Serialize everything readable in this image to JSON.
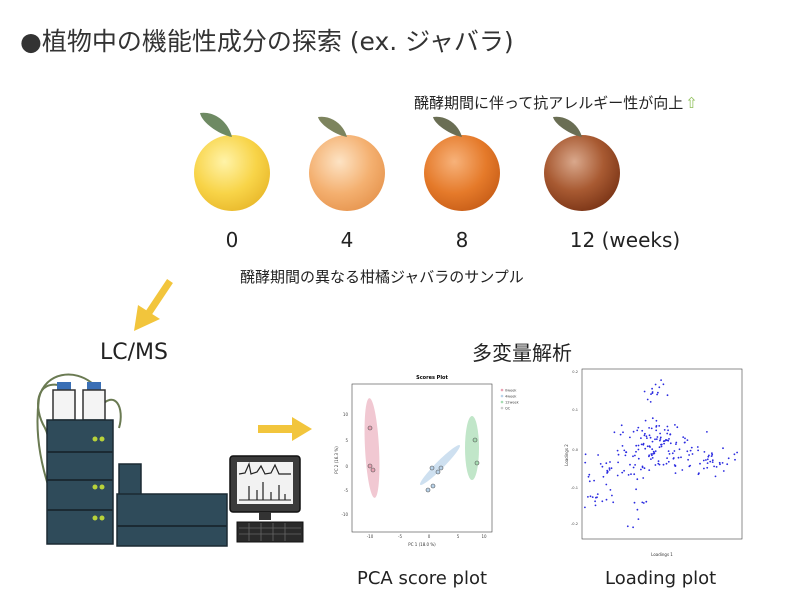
{
  "title": "●植物中の機能性成分の探索 (ex. ジャバラ)",
  "note": "醗酵期間に伴って抗アレルギー性が向上",
  "note_arrow": "⇧",
  "weeks": [
    "0",
    "4",
    "8",
    "12 (weeks)"
  ],
  "caption_samples": "醗酵期間の異なる柑橘ジャバラのサンプル",
  "lcms_label": "LC/MS",
  "multivariate_label": "多変量解析",
  "pca_caption": "PCA score plot",
  "loading_caption": "Loading plot",
  "score_plot": {
    "title": "Scores Plot",
    "xlabel": "PC 1 (18.0 %)",
    "ylabel": "PC 2 (16.3 %)",
    "legend": [
      "0week",
      "4week",
      "12week",
      "QC"
    ]
  },
  "loading_plot": {
    "xlabel": "Loadings 1",
    "ylabel": "Loadings 2"
  },
  "colors": {
    "fruit_0": "#f8d448",
    "fruit_4": "#f4b070",
    "fruit_8": "#e57a2a",
    "fruit_12": "#a85a32",
    "leaf": "#6e8a63",
    "arrow": "#f2c53c",
    "instrument": "#2f4b5a",
    "ellipse_red": "#e8a3b4",
    "ellipse_green": "#a6dcb2",
    "ellipse_blue": "#b9d3ea",
    "loading_points": "#2a2ae0"
  }
}
